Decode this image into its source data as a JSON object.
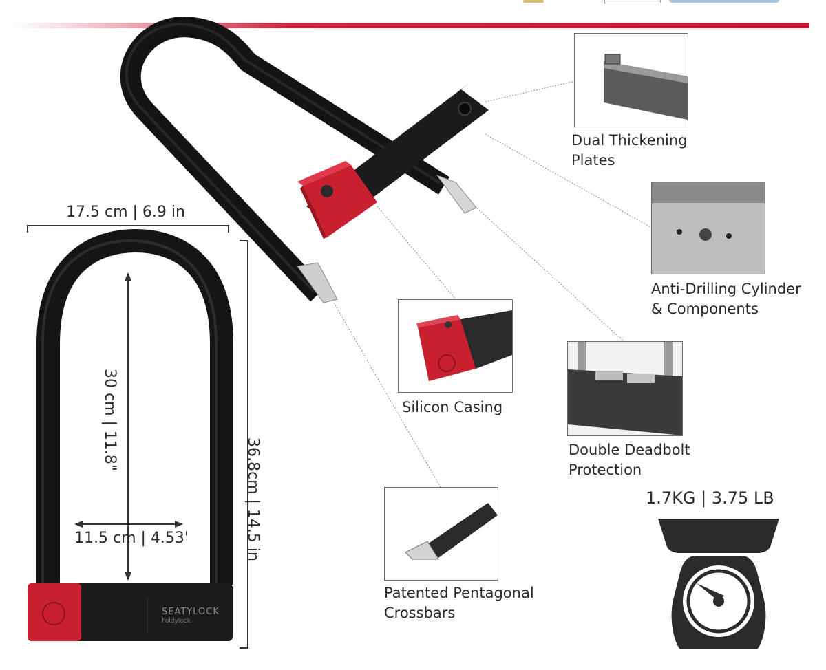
{
  "dimensions": {
    "width_label": "17.5 cm | 6.9 in",
    "height_label": "36.8cm | 14.5 in",
    "inner_height_label": "30 cm | 11.8\"",
    "inner_width_label": "11.5 cm | 4.53'"
  },
  "features": [
    {
      "label": "Dual Thickening\nPlates"
    },
    {
      "label": "Anti-Drilling Cylinder\n& Components"
    },
    {
      "label": "Silicon Casing"
    },
    {
      "label": "Double Deadbolt\nProtection"
    },
    {
      "label": "Patented Pentagonal\nCrossbars"
    }
  ],
  "weight": {
    "label": "1.7KG | 3.75 LB"
  },
  "product": {
    "brand_text": "SEATYLOCK",
    "brand_sub": "Foldylock"
  },
  "colors": {
    "accent_red": "#c2142f",
    "lock_black": "#1a1a1a",
    "casing_red": "#c8202e"
  }
}
